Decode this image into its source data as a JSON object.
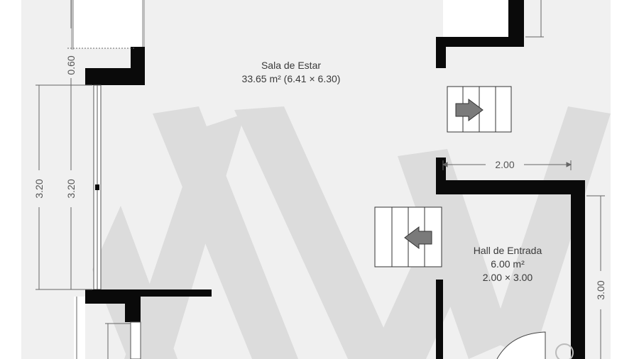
{
  "rooms": {
    "sala": {
      "name": "Sala de Estar",
      "area": "33.65 m² (6.41 × 6.30)"
    },
    "hall": {
      "name": "Hall de Entrada",
      "area": "6.00 m²",
      "size": "2.00 × 3.00"
    }
  },
  "dimensions": {
    "left_outer": "3.20",
    "left_inner": "3.20",
    "upper_small": "0.60",
    "hall_width": "2.00",
    "hall_height": "3.00"
  },
  "watermark": "KW",
  "colors": {
    "floor": "#f0f0f0",
    "wall": "#0a0a0a",
    "watermark": "#d6d6d6",
    "dimension_line": "#666666",
    "stair_arrow": "#7a7a7a"
  }
}
